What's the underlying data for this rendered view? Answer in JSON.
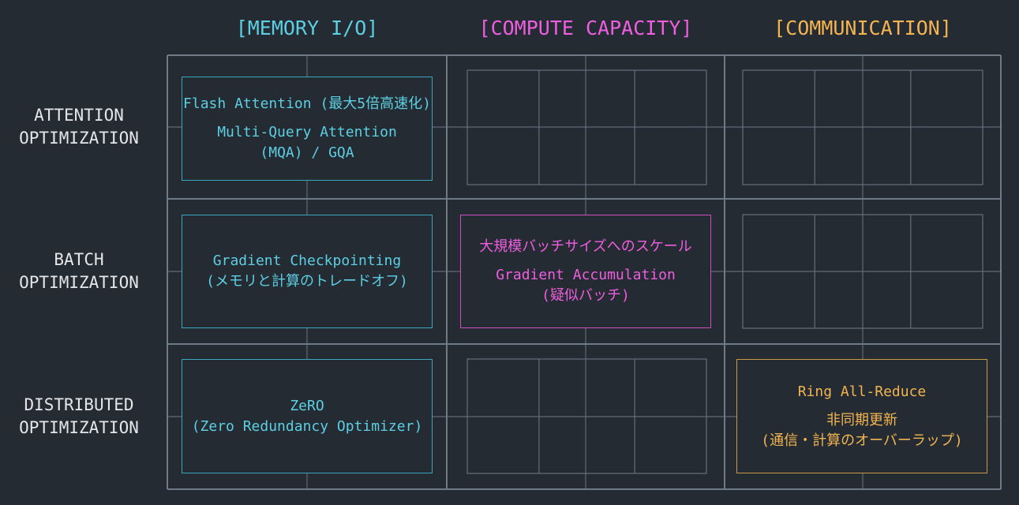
{
  "colors": {
    "background": "#252b33",
    "grid": "#6f7a88",
    "memory": "#5ccfe3",
    "compute": "#ef5ee0",
    "communication": "#f2b451",
    "row_label": "#e4e6ea"
  },
  "columns": [
    {
      "label": "[MEMORY I/O]",
      "color": "#5ccfe3"
    },
    {
      "label": "[COMPUTE CAPACITY]",
      "color": "#ef5ee0"
    },
    {
      "label": "[COMMUNICATION]",
      "color": "#f2b451"
    }
  ],
  "rows": [
    {
      "line1": "ATTENTION",
      "line2": "OPTIMIZATION"
    },
    {
      "line1": "BATCH",
      "line2": "OPTIMIZATION"
    },
    {
      "line1": "DISTRIBUTED",
      "line2": "OPTIMIZATION"
    }
  ],
  "cells": {
    "attention_memory": {
      "item1": "Flash Attention (最大5倍高速化)",
      "item2_line1": "Multi-Query Attention",
      "item2_line2": "(MQA) / GQA"
    },
    "batch_memory": {
      "line1": "Gradient Checkpointing",
      "line2": "(メモリと計算のトレードオフ)"
    },
    "batch_compute": {
      "item1": "大規模バッチサイズへのスケール",
      "item2_line1": "Gradient Accumulation",
      "item2_line2": "(疑似バッチ)"
    },
    "distributed_memory": {
      "line1": "ZeRO",
      "line2": "(Zero Redundancy Optimizer)"
    },
    "distributed_communication": {
      "item1": "Ring All-Reduce",
      "item2_line1": "非同期更新",
      "item2_line2": "(通信・計算のオーバーラップ)"
    }
  }
}
